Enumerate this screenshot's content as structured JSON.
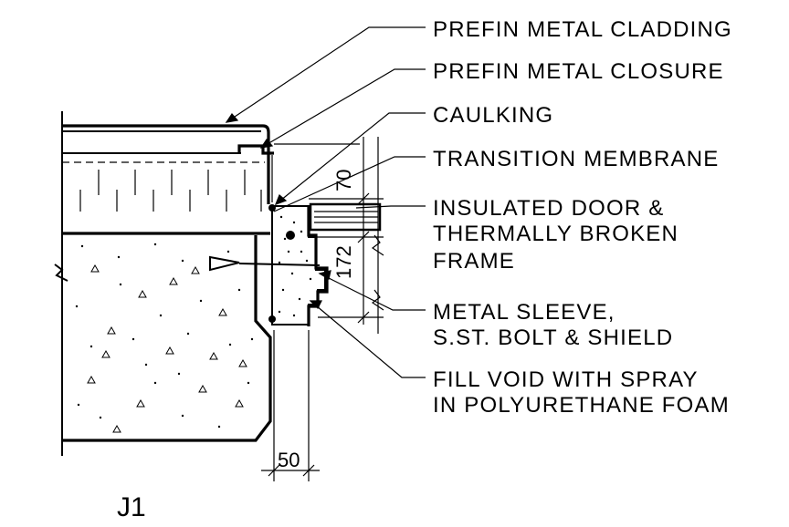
{
  "labels": {
    "cladding": "PREFIN METAL CLADDING",
    "closure": "PREFIN METAL CLOSURE",
    "caulking": "CAULKING",
    "membrane": "TRANSITION MEMBRANE",
    "door_1": "INSULATED DOOR &",
    "door_2": "THERMALLY BROKEN",
    "door_3": "FRAME",
    "sleeve_1": "METAL SLEEVE,",
    "sleeve_2": "S.ST. BOLT & SHIELD",
    "foam_1": "FILL VOID WITH SPRAY",
    "foam_2": "IN POLYURETHANE FOAM"
  },
  "dimensions": {
    "d70": "70",
    "d172": "172",
    "d50": "50"
  },
  "detail_id": "J1"
}
